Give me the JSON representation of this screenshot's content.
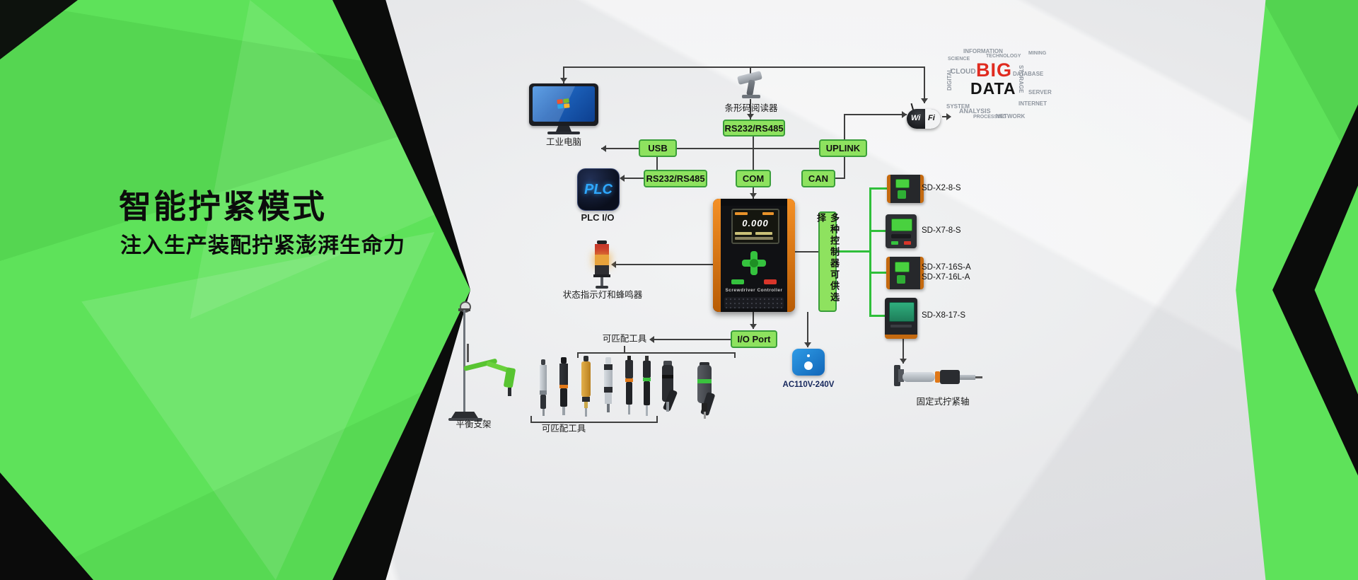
{
  "hero": {
    "title": "智能拧紧模式",
    "subtitle": "注入生产装配拧紧澎湃生命力"
  },
  "colors": {
    "accent_green": "#5ee25a",
    "port_fill": "#8ee25f",
    "port_border": "#3a9e3a",
    "connector_green": "#2fbf3a",
    "controller_orange": "#e07818",
    "bigdata_red": "#e02b20",
    "adapter_blue": "#1e7fd0"
  },
  "labels": {
    "industrial_pc": "工业电脑",
    "barcode_reader": "条形码阅读器",
    "plc_icon": "PLC",
    "plc_io": "PLC I/O",
    "status_light": "状态指示灯和蜂鸣器",
    "selector": "多种控制器可供选择",
    "tools_top": "可匹配工具",
    "tools_bottom": "可匹配工具",
    "balance_stand": "平衡支架",
    "fixed_axis": "固定式拧紧轴",
    "power": "AC110V-240V"
  },
  "ports": {
    "usb": "USB",
    "uplink": "UPLINK",
    "rs232_scanner": "RS232/RS485",
    "rs232_plc": "RS232/RS485",
    "com": "COM",
    "can": "CAN",
    "io_port": "I/O Port"
  },
  "controller": {
    "brand": "Screwdriver Controller",
    "display_value": "0.000"
  },
  "products": [
    {
      "model": "SD-X2-8-S"
    },
    {
      "model": "SD-X7-8-S"
    },
    {
      "model": "SD-X7-16S-A",
      "model2": "SD-X7-16L-A"
    },
    {
      "model": "SD-X8-17-S"
    }
  ],
  "wifi": {
    "wi": "Wi",
    "fi": "Fi"
  },
  "bigdata": {
    "big": "BIG",
    "data": "DATA",
    "words": [
      "information",
      "technology",
      "storage",
      "cloud",
      "database",
      "analysis",
      "network",
      "internet",
      "digital",
      "processing",
      "server",
      "science",
      "system",
      "mining"
    ]
  }
}
